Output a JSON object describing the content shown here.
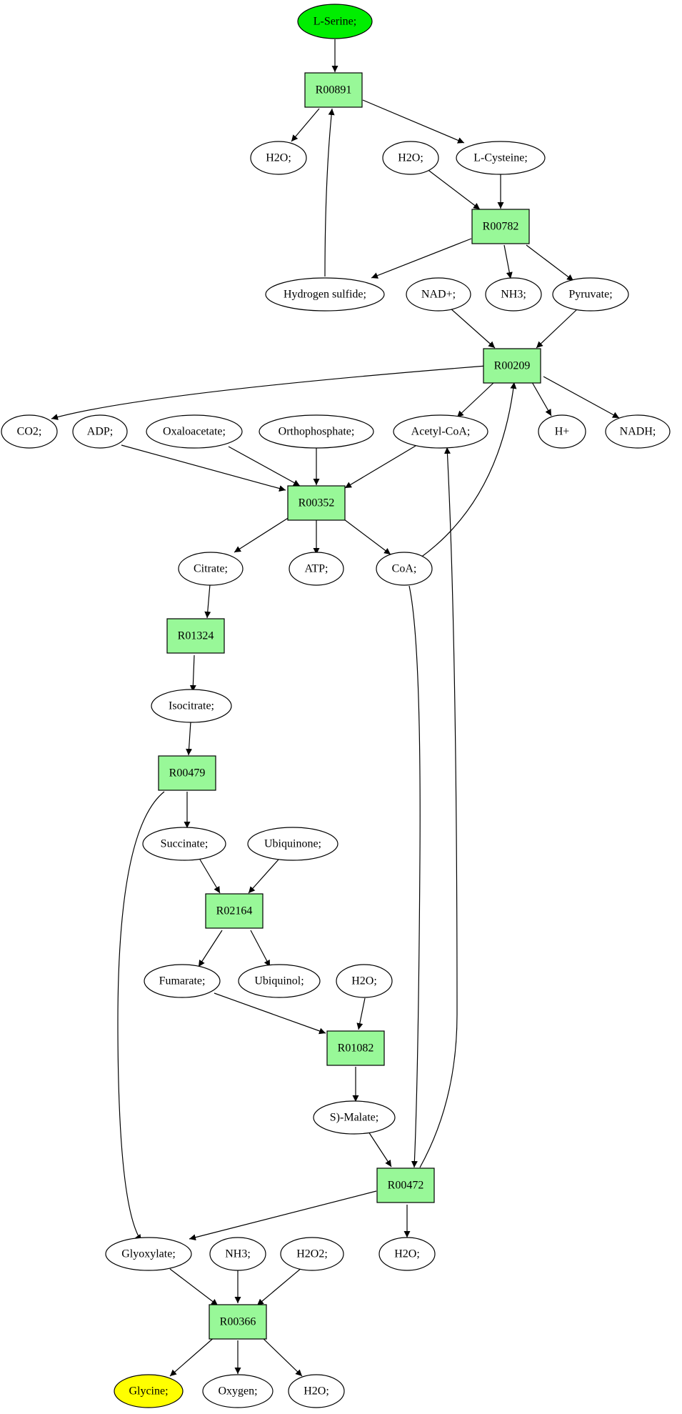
{
  "colors": {
    "start": "#00ee00",
    "end": "#ffff00",
    "reaction": "#98f898",
    "compound": "#ffffff"
  },
  "nodes": {
    "n_serine": "L-Serine;",
    "n_r00891": "R00891",
    "n_h2o_a": "H2O;",
    "n_cysteine": "L-Cysteine;",
    "n_h2o_b": "H2O;",
    "n_r00782": "R00782",
    "n_h2s": "Hydrogen sulfide;",
    "n_nad": "NAD+;",
    "n_nh3_a": "NH3;",
    "n_pyruvate": "Pyruvate;",
    "n_r00209": "R00209",
    "n_co2": "CO2;",
    "n_adp": "ADP;",
    "n_oxaloacetate": "Oxaloacetate;",
    "n_orthophosphate": "Orthophosphate;",
    "n_acetylcoa": "Acetyl-CoA;",
    "n_hplus": "H+",
    "n_nadh": "NADH;",
    "n_r00352": "R00352",
    "n_citrate": "Citrate;",
    "n_atp": "ATP;",
    "n_coa": "CoA;",
    "n_r01324": "R01324",
    "n_isocitrate": "Isocitrate;",
    "n_r00479": "R00479",
    "n_succinate": "Succinate;",
    "n_ubiquinone": "Ubiquinone;",
    "n_r02164": "R02164",
    "n_fumarate": "Fumarate;",
    "n_ubiquinol": "Ubiquinol;",
    "n_h2o_c": "H2O;",
    "n_r01082": "R01082",
    "n_smalate": "S)-Malate;",
    "n_r00472": "R00472",
    "n_glyoxylate": "Glyoxylate;",
    "n_nh3_b": "NH3;",
    "n_h2o2": "H2O2;",
    "n_h2o_d": "H2O;",
    "n_r00366": "R00366",
    "n_glycine": "Glycine;",
    "n_oxygen": "Oxygen;",
    "n_h2o_e": "H2O;"
  }
}
